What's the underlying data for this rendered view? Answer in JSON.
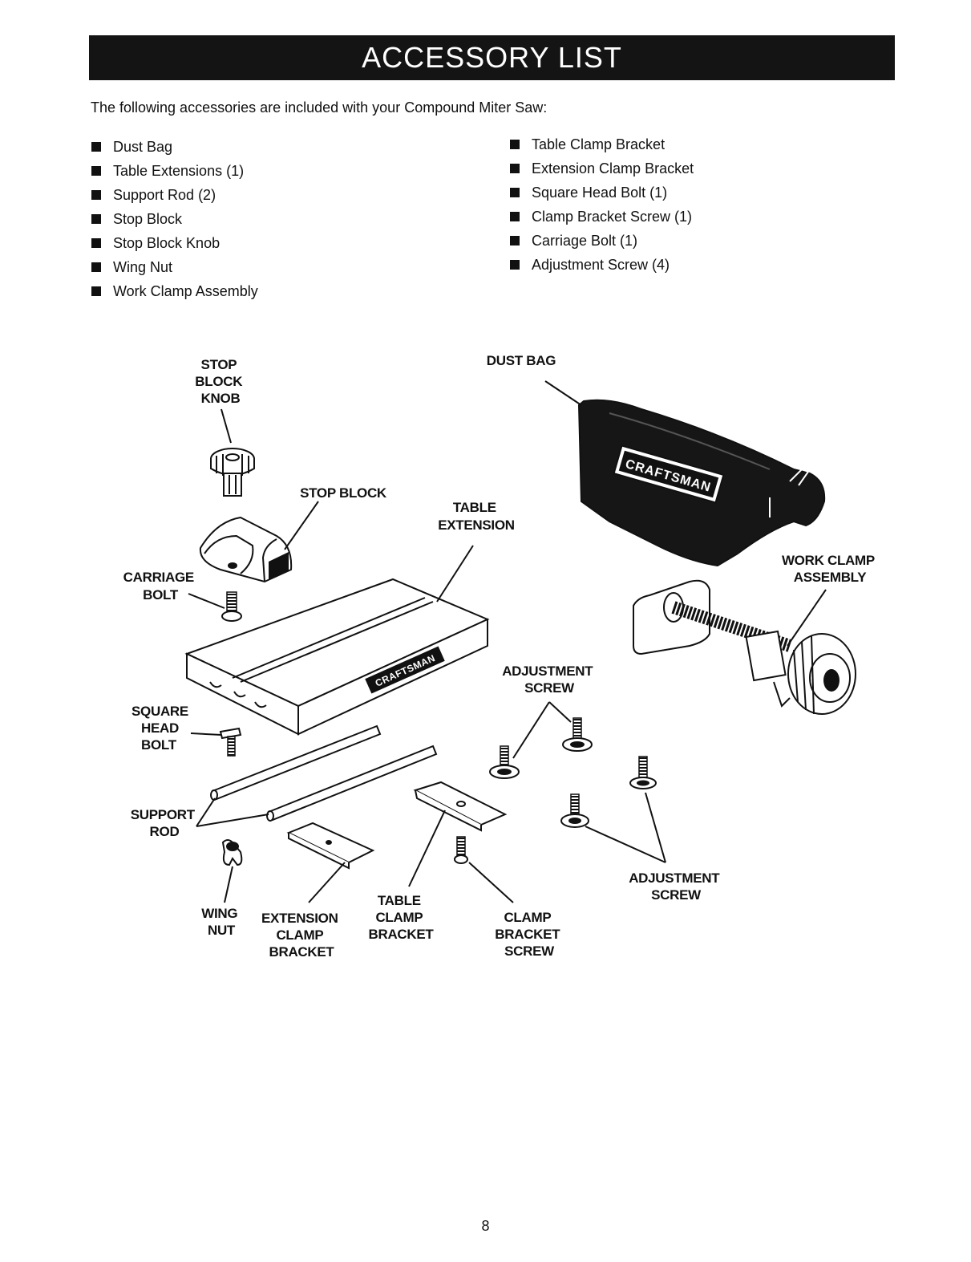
{
  "header": {
    "title": "ACCESSORY LIST"
  },
  "intro": "The following accessories are included with your Compound Miter Saw:",
  "list_left": [
    "Dust Bag",
    "Table Extensions (1)",
    "Support Rod (2)",
    "Stop Block",
    "Stop Block Knob",
    "Wing Nut",
    "Work Clamp Assembly"
  ],
  "list_right": [
    "Table Clamp Bracket",
    "Extension Clamp Bracket",
    "Square Head Bolt (1)",
    "Clamp Bracket Screw (1)",
    "Carriage Bolt (1)",
    "Adjustment Screw (4)"
  ],
  "labels": {
    "stop_block_knob": [
      "STOP",
      "BLOCK",
      "KNOB"
    ],
    "dust_bag": "DUST BAG",
    "stop_block": "STOP BLOCK",
    "table_extension": [
      "TABLE",
      "EXTENSION"
    ],
    "carriage_bolt": [
      "CARRIAGE",
      "BOLT"
    ],
    "work_clamp_assembly": [
      "WORK CLAMP",
      "ASSEMBLY"
    ],
    "adjustment_screw_top": [
      "ADJUSTMENT",
      "SCREW"
    ],
    "square_head_bolt": [
      "SQUARE",
      "HEAD",
      "BOLT"
    ],
    "support_rod": [
      "SUPPORT",
      "ROD"
    ],
    "wing_nut": [
      "WING",
      "NUT"
    ],
    "extension_clamp_bracket": [
      "EXTENSION",
      "CLAMP",
      "BRACKET"
    ],
    "table_clamp_bracket": [
      "TABLE",
      "CLAMP",
      "BRACKET"
    ],
    "clamp_bracket_screw": [
      "CLAMP",
      "BRACKET",
      "SCREW"
    ],
    "adjustment_screw_bottom": [
      "ADJUSTMENT",
      "SCREW"
    ]
  },
  "brand_marks": {
    "bag": "CRAFTSMAN",
    "table": "CRAFTSMAN"
  },
  "page_number": "8",
  "colors": {
    "banner_bg": "#141414",
    "banner_text": "#ffffff",
    "ink": "#111111"
  }
}
